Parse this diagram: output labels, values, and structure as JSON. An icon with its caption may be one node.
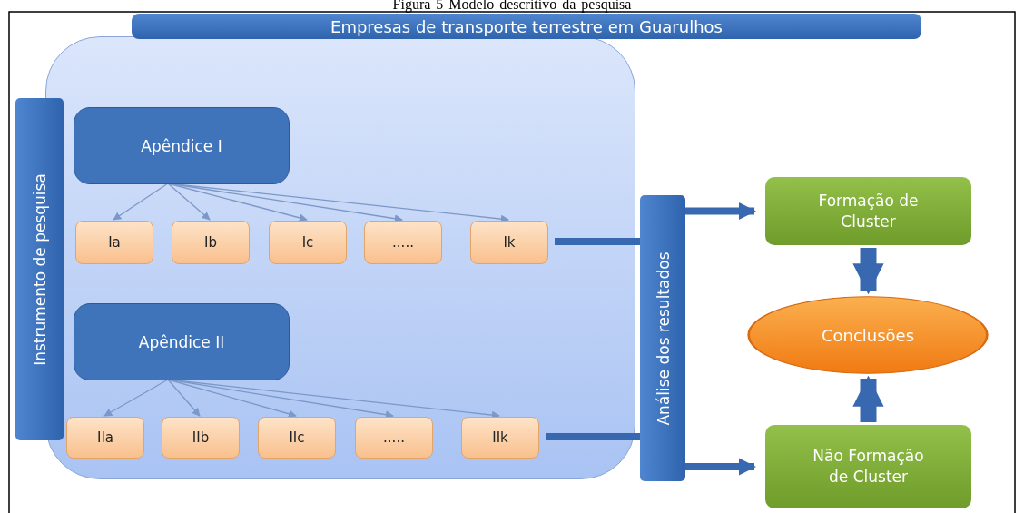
{
  "diagram": {
    "title": "Figura 5 Modelo descritivo da pesquisa",
    "nodes": [
      {
        "text": [
          "Empresas de transporte terrestre em Guarulhos"
        ]
      },
      {
        "text": [],
        "shape": "box"
      },
      {
        "text": [
          "Instrumento de pesquisa"
        ]
      },
      {
        "text": [
          "Apêndice I"
        ],
        "in": 1
      },
      {
        "text": [
          "Ia"
        ],
        "in": 1
      },
      {
        "text": [
          "Ib"
        ],
        "in": 1
      },
      {
        "text": [
          "Ic"
        ],
        "in": 1
      },
      {
        "text": [
          "....."
        ],
        "in": 1
      },
      {
        "text": [
          "Ik"
        ],
        "in": 1
      },
      {
        "text": [
          "Apêndice II"
        ],
        "in": 1
      },
      {
        "text": [
          "IIa"
        ],
        "in": 1
      },
      {
        "text": [
          "IIb"
        ],
        "in": 1
      },
      {
        "text": [
          "IIc"
        ],
        "in": 1
      },
      {
        "text": [
          "....."
        ],
        "in": 1
      },
      {
        "text": [
          "IIk"
        ],
        "in": 1
      },
      {
        "text": [
          "Análise dos resultados"
        ]
      },
      {
        "text": [
          "Formação de Cluster"
        ]
      },
      {
        "text": [
          "Conclusões"
        ]
      },
      {
        "text": [
          "Não Formação de Cluster"
        ]
      }
    ],
    "edges": [
      {
        "from": 3,
        "to": 4,
        "arrow": "to"
      },
      {
        "from": 3,
        "to": 5,
        "arrow": "to"
      },
      {
        "from": 3,
        "to": 6,
        "arrow": "to"
      },
      {
        "from": 3,
        "to": 7,
        "arrow": "to"
      },
      {
        "from": 3,
        "to": 8,
        "arrow": "to"
      },
      {
        "from": 9,
        "to": 10,
        "arrow": "to"
      },
      {
        "from": 9,
        "to": 11,
        "arrow": "to"
      },
      {
        "from": 9,
        "to": 12,
        "arrow": "to"
      },
      {
        "from": 9,
        "to": 13,
        "arrow": "to"
      },
      {
        "from": 9,
        "to": 14,
        "arrow": "to"
      },
      {
        "from": 8,
        "to": 15,
        "arrow": "none",
        "style": "thick",
        "color": "#3868b0"
      },
      {
        "from": 15,
        "to": 16,
        "arrow": "to",
        "style": "thick",
        "color": "#3868b0"
      },
      {
        "from": 14,
        "to": 15,
        "arrow": "none",
        "style": "thick",
        "color": "#3868b0"
      },
      {
        "from": 15,
        "to": 18,
        "arrow": "to",
        "style": "thick",
        "color": "#3868b0"
      },
      {
        "from": 16,
        "to": 17,
        "arrow": "to",
        "style": "thick",
        "color": "#3868b0"
      },
      {
        "from": 18,
        "to": 17,
        "arrow": "to",
        "style": "thick",
        "color": "#3868b0"
      }
    ]
  }
}
